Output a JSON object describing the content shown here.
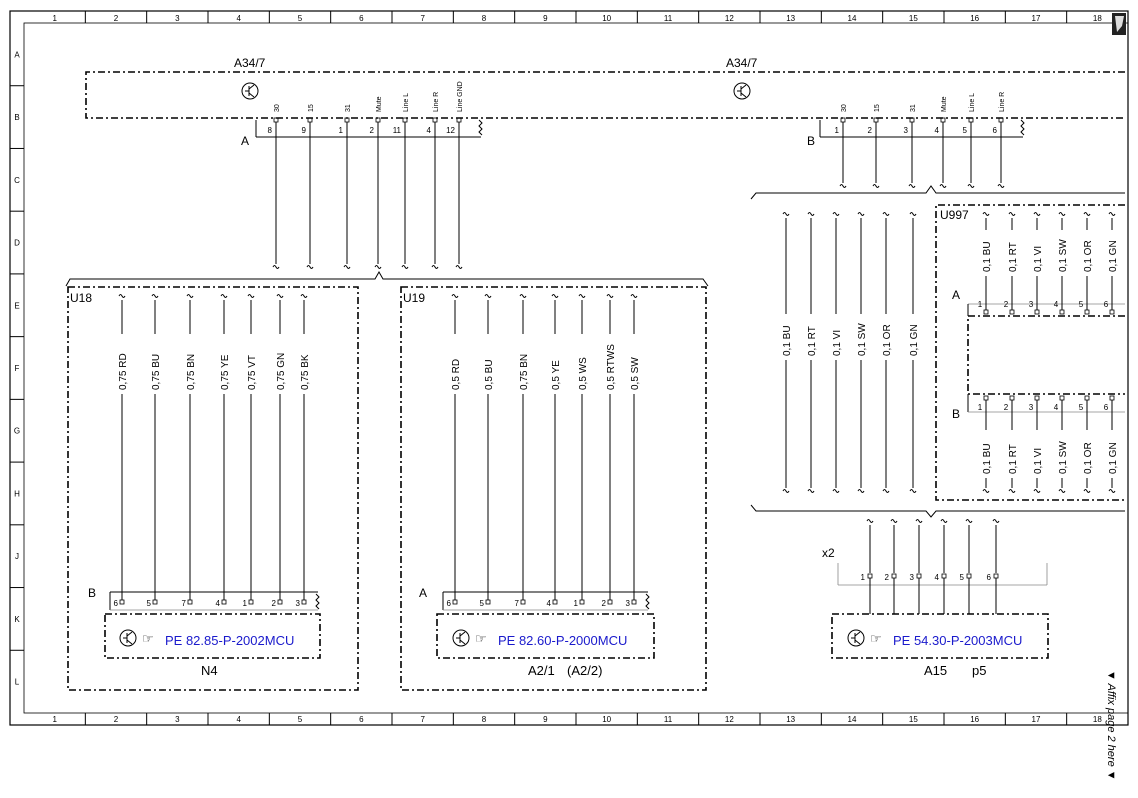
{
  "grid": {
    "columns": [
      "1",
      "2",
      "3",
      "4",
      "5",
      "6",
      "7",
      "8",
      "9",
      "10",
      "11",
      "12",
      "13",
      "14",
      "15",
      "16",
      "17",
      "18"
    ],
    "rows": [
      "A",
      "B",
      "C",
      "D",
      "E",
      "F",
      "G",
      "H",
      "J",
      "K",
      "L"
    ]
  },
  "units": {
    "left": {
      "name": "A34/7",
      "connector": "A",
      "pins": [
        {
          "label": "30",
          "num": "8"
        },
        {
          "label": "15",
          "num": "9"
        },
        {
          "label": "31",
          "num": "1"
        },
        {
          "label": "Mute",
          "num": "2"
        },
        {
          "label": "Line L",
          "num": "11"
        },
        {
          "label": "Line R",
          "num": "4"
        },
        {
          "label": "Line GND",
          "num": "12"
        }
      ]
    },
    "right": {
      "name": "A34/7",
      "connector": "B",
      "pins": [
        {
          "label": "30",
          "num": "1"
        },
        {
          "label": "15",
          "num": "2"
        },
        {
          "label": "31",
          "num": "3"
        },
        {
          "label": "Mute",
          "num": "4"
        },
        {
          "label": "Line L",
          "num": "5"
        },
        {
          "label": "Line R",
          "num": "6"
        }
      ]
    }
  },
  "harnesses": {
    "u18": {
      "name": "U18",
      "wires": [
        "0,75 RD",
        "0,75 BU",
        "0,75 BN",
        "0,75 YE",
        "0,75 VT",
        "0,75 GN",
        "0,75 BK"
      ],
      "connector": "B",
      "pins": [
        "6",
        "5",
        "7",
        "4",
        "1",
        "2",
        "3"
      ],
      "device_ref": "PE 82.85-P-2002MCU",
      "device_name": "N4"
    },
    "u19": {
      "name": "U19",
      "wires": [
        "0,5 RD",
        "0,5 BU",
        "0,75 BN",
        "0,5 YE",
        "0,5 WS",
        "0,5 RTWS",
        "0,5 SW"
      ],
      "connector": "A",
      "pins": [
        "6",
        "5",
        "7",
        "4",
        "1",
        "2",
        "3"
      ],
      "device_ref": "PE 82.60-P-2000MCU",
      "device_name": "A2/1",
      "device_alt": "(A2/2)"
    },
    "middle": {
      "wires": [
        "0,1 BU",
        "0,1 RT",
        "0,1 VI",
        "0,1 SW",
        "0,1 OR",
        "0,1 GN"
      ]
    },
    "u997": {
      "name": "U997",
      "wires_top": [
        "0,1 BU",
        "0,1 RT",
        "0,1 VI",
        "0,1 SW",
        "0,1 OR",
        "0,1 GN"
      ],
      "wires_bottom": [
        "0,1 BU",
        "0,1 RT",
        "0,1 VI",
        "0,1 SW",
        "0,1 OR",
        "0,1 GN"
      ],
      "connector_a": "A",
      "connector_b": "B",
      "pins": [
        "1",
        "2",
        "3",
        "4",
        "5",
        "6"
      ]
    },
    "x2": {
      "name": "x2",
      "pins": [
        "1",
        "2",
        "3",
        "4",
        "5",
        "6"
      ],
      "device_ref": "PE 54.30-P-2003MCU",
      "device_name": "A15",
      "page_ref": "p5"
    }
  },
  "side_note": "▼ Affix page 2 here ▼",
  "colors": {
    "link": "#1a1acc",
    "line": "#000000"
  }
}
